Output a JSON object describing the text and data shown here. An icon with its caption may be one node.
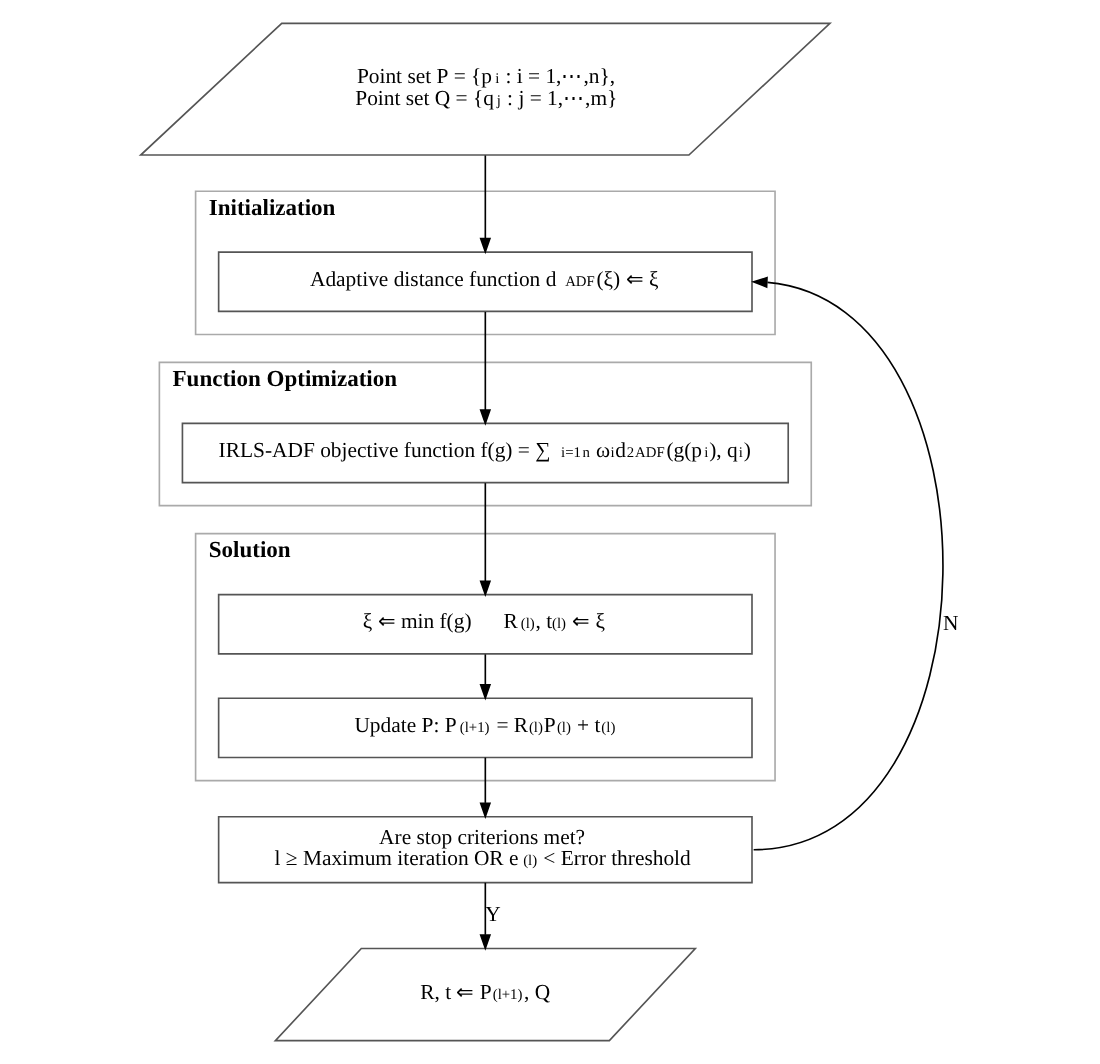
{
  "diagram": {
    "nodes": [
      {
        "text": [
          "Point set P = {p$_{i}$ : i = 1,⋯,n},",
          "Point set Q = {q$_{j}$ : j = 1,⋯,m}"
        ]
      },
      {
        "text": [
          "Initialization"
        ]
      },
      {
        "text": [
          "Adaptive distance function d$_{ADF}$(ξ) ⇐ ξ"
        ],
        "in": 1
      },
      {
        "text": [
          "Function Optimization"
        ]
      },
      {
        "text": [
          "IRLS-ADF objective function f(g) = ∑$_{i=1}$$^{n}$ ω$_{i}$d$^{2}$$_{ADF}$(g(p$_{i}$), q$_{i}$)"
        ],
        "in": 3
      },
      {
        "text": [
          "Solution"
        ]
      },
      {
        "text": [
          "ξ ⇐ min f(g)      R$^{(l)}$, t$^{(l)}$ ⇐ ξ"
        ],
        "in": 5
      },
      {
        "text": [
          "Update P: P$^{(l+1)}$ = R$^{(l)}$P$^{(l)}$ + t$^{(l)}$"
        ],
        "in": 5
      },
      {
        "text": [
          "Are stop criterions met?",
          "l ≥ Maximum iteration OR e$^{(l)}$ < Error threshold"
        ]
      },
      {
        "text": [
          "R, t ⇐ P$^{(l+1)}$, Q"
        ]
      }
    ],
    "edges": [
      {
        "from": 0,
        "to": 2,
        "arrow": "to"
      },
      {
        "from": 2,
        "to": 4,
        "arrow": "to"
      },
      {
        "from": 4,
        "to": 6,
        "arrow": "to"
      },
      {
        "from": 6,
        "to": 7,
        "arrow": "to"
      },
      {
        "from": 7,
        "to": 8,
        "arrow": "to"
      },
      {
        "from": 8,
        "to": 9,
        "arrow": "to",
        "label": "Y"
      },
      {
        "from": 8,
        "to": 2,
        "arrow": "to",
        "label": "N"
      }
    ]
  }
}
